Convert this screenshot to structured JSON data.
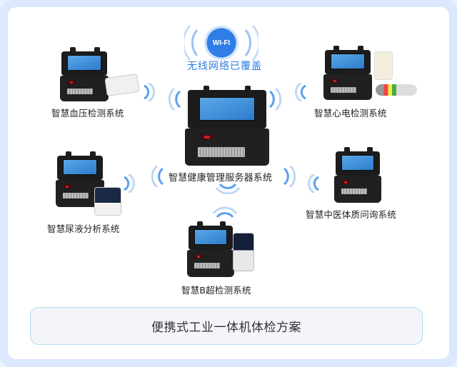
{
  "center": {
    "wifi_badge": "WI-FI",
    "wifi_caption": "无线网络已覆盖",
    "server_label": "智慧健康管理服务器系统"
  },
  "systems": [
    {
      "id": "blood-pressure",
      "label": "智慧血压检测系统"
    },
    {
      "id": "ecg",
      "label": "智慧心电检测系统"
    },
    {
      "id": "urine",
      "label": "智慧尿液分析系统"
    },
    {
      "id": "tcm",
      "label": "智慧中医体质问询系统"
    },
    {
      "id": "ultrasound",
      "label": "智慧B超检测系统"
    }
  ],
  "footer": {
    "title": "便携式工业一体机体检方案"
  },
  "colors": {
    "accent": "#2e7de0",
    "frame": "#dce8fd",
    "cta_bg": "#f3f5fb",
    "cta_border": "#b3dcef"
  }
}
